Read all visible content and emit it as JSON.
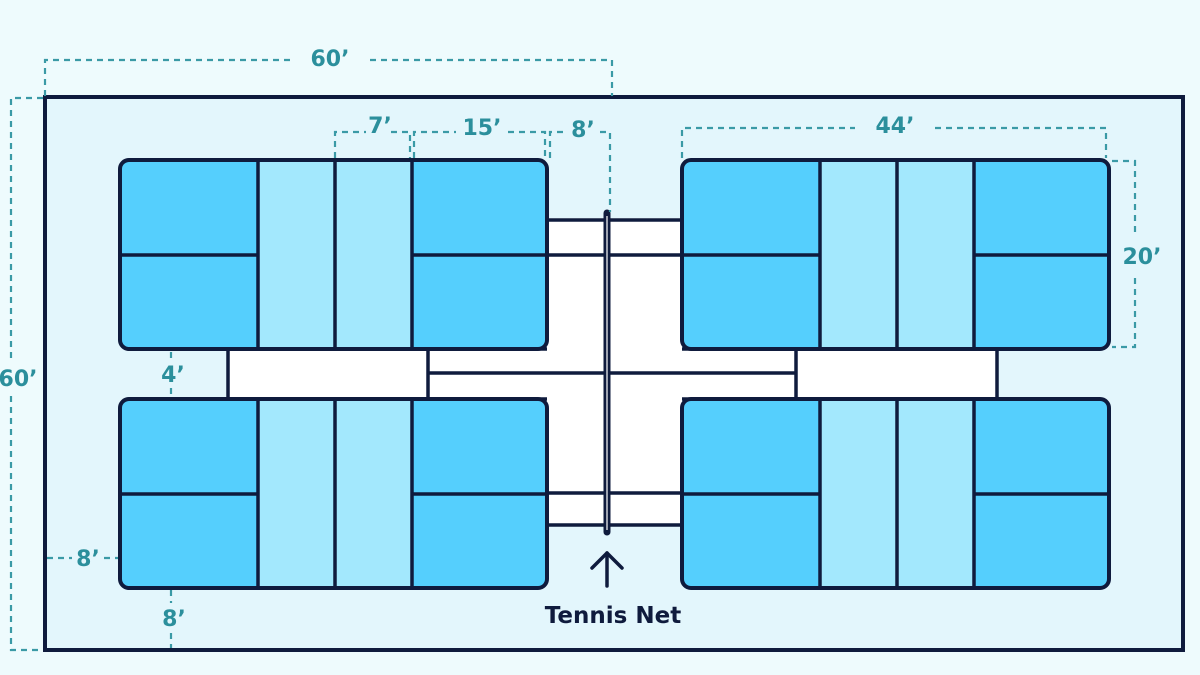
{
  "diagram": {
    "description": "Pickleball courts overlaid on a tennis court layout",
    "colors": {
      "background": "#eefbfd",
      "frame_fill": "#e3f6fc",
      "outline": "#0f1b3d",
      "court_outer": "#55cffd",
      "kitchen": "#a3e8fd",
      "tennis_court": "#ffffff",
      "dimension": "#2b8f9c"
    },
    "dimensions": {
      "top_width": "60’",
      "left_height": "60’",
      "kitchen_width": "7’",
      "baseline_to_kitchen": "15’",
      "court_to_net": "8’",
      "court_length": "44’",
      "court_width": "20’",
      "gap_between_courts": "4’",
      "left_margin": "8’",
      "bottom_margin": "8’"
    },
    "labels": {
      "net_caption": "Tennis Net"
    },
    "courts": [
      {
        "id": "top-left"
      },
      {
        "id": "top-right"
      },
      {
        "id": "bottom-left"
      },
      {
        "id": "bottom-right"
      }
    ]
  }
}
